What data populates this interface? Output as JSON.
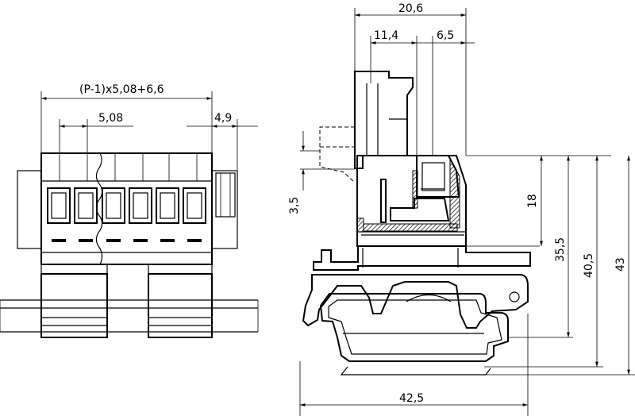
{
  "dimensions": {
    "front_total": "(P-1)x5,08+6,6",
    "front_pitch": "5,08",
    "front_side": "4,9",
    "side_top": "20,6",
    "side_mid": "11,4",
    "side_right": "6,5",
    "side_left_small": "3,5",
    "side_h18": "18",
    "side_h355": "35,5",
    "side_h405": "40,5",
    "side_h43": "43",
    "side_bottom": "42,5"
  }
}
